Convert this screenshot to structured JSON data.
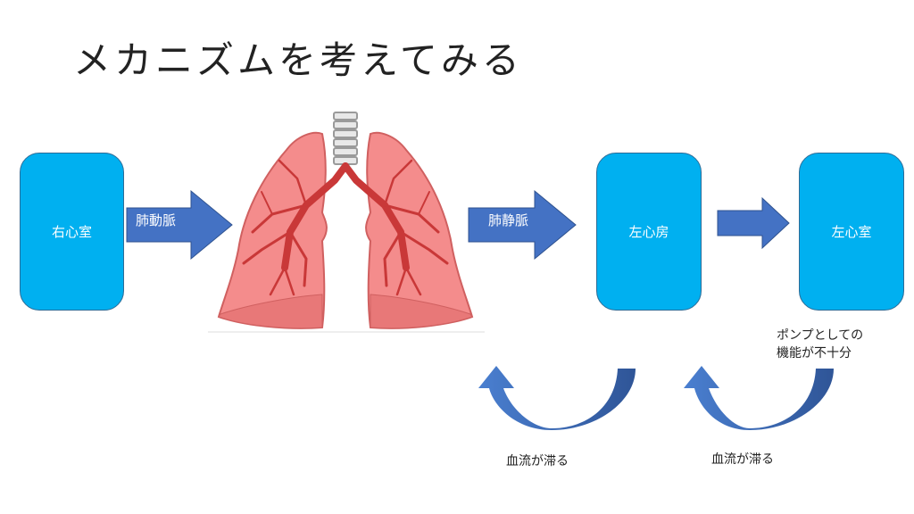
{
  "title": "メカニズムを考えてみる",
  "boxes": {
    "right_ventricle": "右心室",
    "left_atrium": "左心房",
    "left_ventricle": "左心室"
  },
  "arrows": {
    "pulmonary_artery": "肺動脈",
    "pulmonary_vein": "肺静脈"
  },
  "notes": {
    "pump_line1": "ポンプとしての",
    "pump_line2": "機能が不十分",
    "stagnation_left": "血流が滞る",
    "stagnation_right": "血流が滞る"
  },
  "colors": {
    "chamber": "#00b0f0",
    "arrow": "#4472c4",
    "lung": "#f48c8c",
    "vessel": "#c93838",
    "trachea": "#bfbfbf"
  }
}
